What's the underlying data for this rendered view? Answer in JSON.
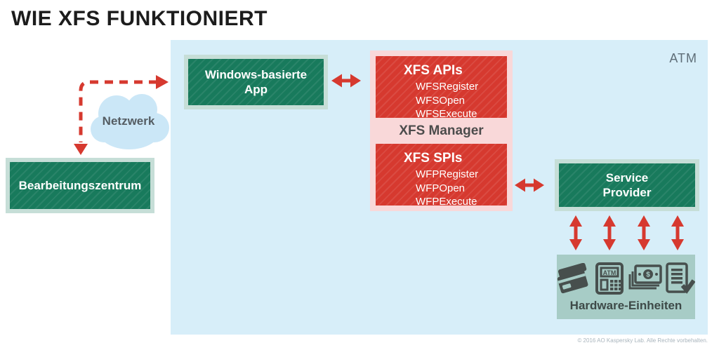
{
  "title": "WIE XFS FUNKTIONIERT",
  "panel": {
    "atm_label": "ATM"
  },
  "nodes": {
    "app": {
      "label": "Windows-basierte App"
    },
    "processing_center": {
      "label": "Bearbeitungszentrum"
    },
    "network": {
      "label": "Netzwerk"
    },
    "xfs_apis": {
      "title": "XFS APIs",
      "items": [
        "WFSRegister",
        "WFSOpen",
        "WFSExecute"
      ]
    },
    "xfs_manager": {
      "label": "XFS Manager"
    },
    "xfs_spis": {
      "title": "XFS SPIs",
      "items": [
        "WFPRegister",
        "WFPOpen",
        "WFPExecute"
      ]
    },
    "service_provider": {
      "label": "Service Provider"
    },
    "hardware": {
      "label": "Hardware-Einheiten",
      "icons": [
        "credit-cards-icon",
        "atm-machine-icon",
        "cash-icon",
        "receipt-check-icon"
      ],
      "atm_icon_text": "ATM",
      "cash_icon_text": "$"
    }
  },
  "colors": {
    "panel_blue": "#d7eef9",
    "box_green": "#187a5c",
    "box_green_border": "#c6ded7",
    "box_red": "#d6392f",
    "stack_pink": "#f9d8d9",
    "arrow_red": "#d6392f",
    "cloud_blue": "#cbe7f7",
    "hardware_teal": "#a7ccc6",
    "icon_gray": "#474f4d"
  },
  "footer": {
    "copyright": "© 2016 AO Kaspersky Lab. Alle Rechte vorbehalten."
  }
}
